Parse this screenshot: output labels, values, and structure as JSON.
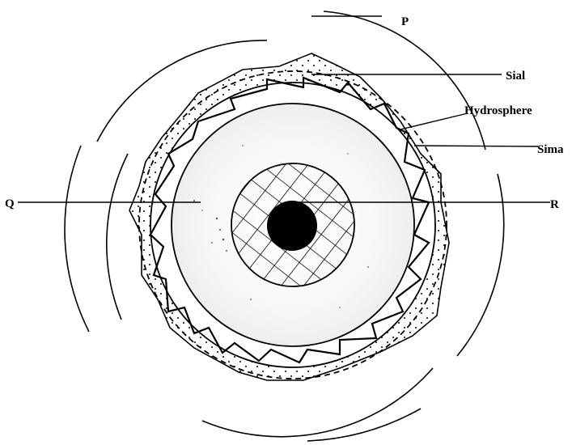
{
  "labels": {
    "p": "P",
    "sial": "Sial",
    "hydrosphere": "Hydrosphere",
    "sima": "Sima",
    "q": "Q",
    "r": "R"
  },
  "colors": {
    "ink": "#000000",
    "background": "#ffffff",
    "mantle_shade": "#f2f2f2"
  }
}
